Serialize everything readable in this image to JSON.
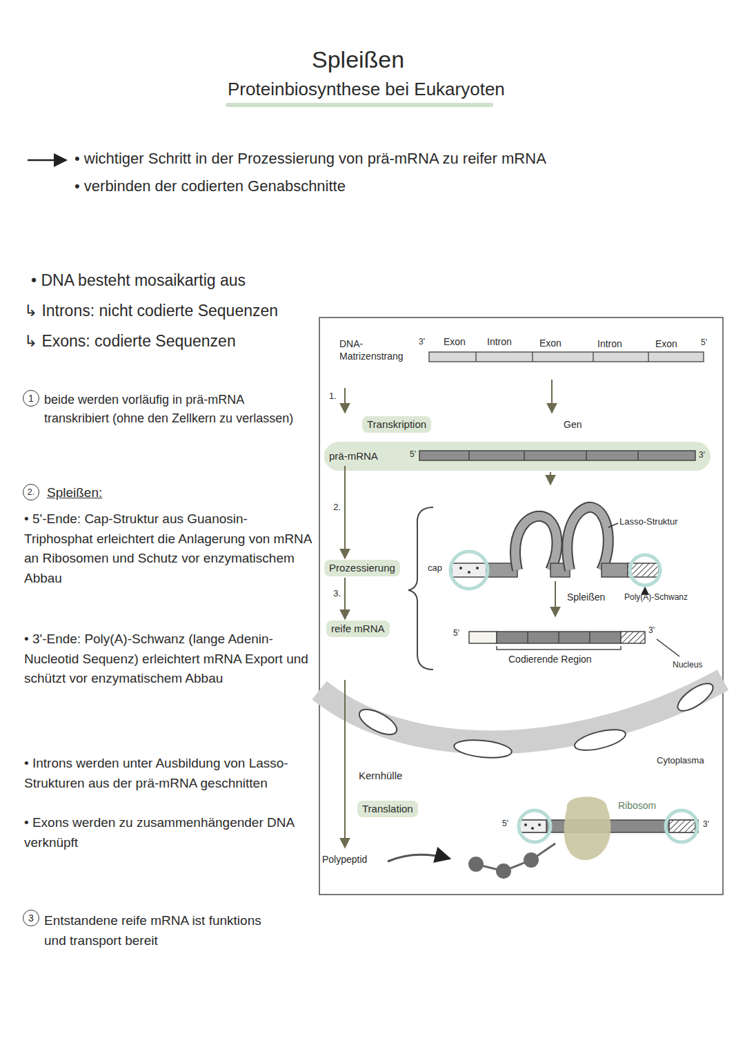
{
  "diagram": {
    "title": "Spleißen",
    "nodes": [
      {
        "text": [
          "Transkription"
        ]
      },
      {
        "text": [
          "prä-mRNA"
        ]
      },
      {
        "text": [
          "Prozessierung"
        ]
      },
      {
        "text": [
          "reife mRNA"
        ]
      },
      {
        "text": [
          "Translation"
        ]
      }
    ],
    "edges": [
      {
        "from": 1,
        "to": 2,
        "arrow": "to",
        "label": "2."
      },
      {
        "from": 2,
        "to": 3,
        "arrow": "to",
        "label": "3."
      }
    ],
    "labels": [
      "Proteinbiosynthese bei Eukaryoten",
      "• wichtiger Schritt in der Prozessierung von prä-mRNA zu reifer mRNA",
      "• verbinden der codierten Genabschnitte",
      "• DNA besteht mosaikartig aus",
      "↳ Introns: nicht codierte Sequenzen",
      "↳ Exons: codierte Sequenzen",
      "1",
      "beide werden vorläufig in prä-mRNA transkribiert (ohne den Zellkern zu verlassen)",
      "2.",
      "Spleißen:",
      "• 5'-Ende: Cap-Struktur aus Guanosin-Triphosphat erleichtert die Anlagerung von mRNA an Ribosomen und Schutz vor enzymatischem Abbau",
      "• 3'-Ende: Poly(A)-Schwanz (lange Adenin-Nucleotid Sequenz) erleichtert mRNA Export und schützt vor enzymatischem Abbau",
      "• Introns werden unter Ausbildung von Lasso-Strukturen aus der prä-mRNA geschnitten",
      "• Exons werden zu zusammenhängender DNA verknüpft",
      "3",
      "Entstandene reife mRNA ist funktions und transport bereit",
      "DNA-Matrizenstrang",
      "3'",
      "Exon",
      "Intron",
      "Exon",
      "Intron",
      "Exon",
      "5'",
      "1.",
      "Gen",
      "5'",
      "3'",
      "cap",
      "Lasso-Struktur",
      "Spleißen",
      "Poly(A)-Schwanz",
      "5'",
      "3'",
      "Codierende Region",
      "Nucleus",
      "Kernhülle",
      "Cytoplasma",
      "Ribosom",
      "5'",
      "3'",
      "Polypeptid"
    ]
  }
}
